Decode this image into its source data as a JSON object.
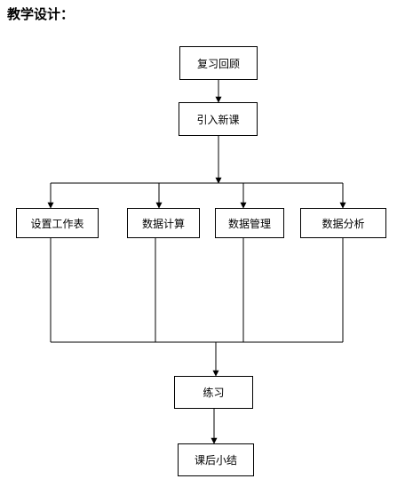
{
  "title": "教学设计：",
  "nodes": {
    "review": "复习回顾",
    "intro": "引入新课",
    "setup_sheet": "设置工作表",
    "data_calc": "数据计算",
    "data_manage": "数据管理",
    "data_analysis": "数据分析",
    "practice": "练习",
    "summary": "课后小结"
  }
}
